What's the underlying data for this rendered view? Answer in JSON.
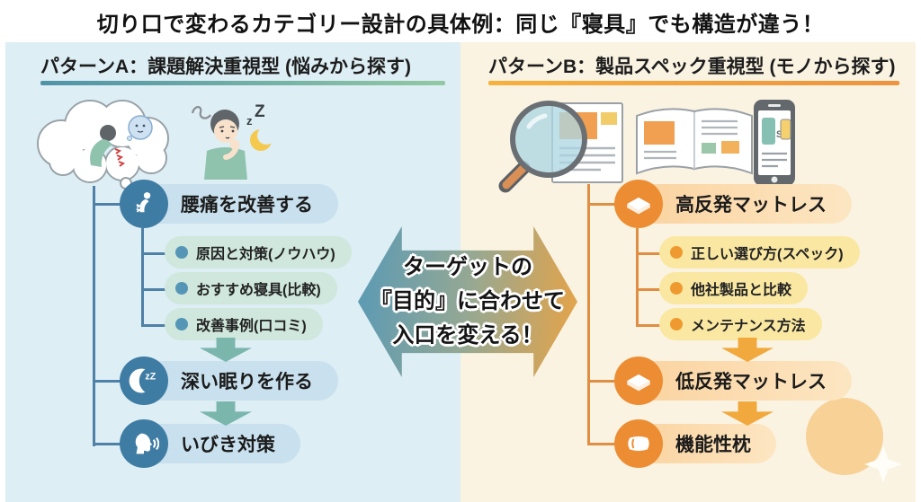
{
  "title": "切り口で変わるカテゴリー設計の具体例：同じ『寝具』でも構造が違う！",
  "panel_a": {
    "header": "パターンA：課題解決重視型 (悩みから探す)",
    "main_items": [
      {
        "label": "腰痛を改善する",
        "icon": "back-pain"
      },
      {
        "label": "深い眠りを作る",
        "icon": "moon-sleep"
      },
      {
        "label": "いびき対策",
        "icon": "snore"
      }
    ],
    "sub_items": [
      "原因と対策(ノウハウ)",
      "おすすめ寝具(比較)",
      "改善事例(口コミ)"
    ],
    "colors": {
      "panel_bg": "#ddeef4",
      "accent": "#3f7ca4",
      "pill_bg": "#c9e0ee",
      "sub_pill_bg": "#cfe7dc",
      "arrow": "#7ab6ac",
      "underline": "#4f93a8 → #92c9a4",
      "line": "#4f80a7"
    }
  },
  "panel_b": {
    "header": "パターンB：製品スペック重視型 (モノから探す)",
    "main_items": [
      {
        "label": "高反発マットレス",
        "icon": "mattress-firm"
      },
      {
        "label": "低反発マットレス",
        "icon": "mattress-soft"
      },
      {
        "label": "機能性枕",
        "icon": "pillow"
      }
    ],
    "sub_items": [
      "正しい選び方(スペック)",
      "他社製品と比較",
      "メンテナンス方法"
    ],
    "colors": {
      "panel_bg": "#faf3e2",
      "accent": "#ed8d33",
      "pill_bg": "#fbd3a0",
      "sub_pill_bg": "#fae8a2",
      "arrow": "#f1a83c",
      "underline": "#f6b13e → #ee9340",
      "line": "#e08e42"
    }
  },
  "center_arrow": {
    "line1": "ターゲットの",
    "line2": "『目的』に合わせて",
    "line3": "入口を変える！",
    "gradient": "#5f9bb2 → #dfa44e"
  },
  "illustration_text": {
    "sleep_z_small": "z",
    "sleep_z_big": "Z",
    "moon_icon_zz": "zZ",
    "phone_label": "S"
  }
}
